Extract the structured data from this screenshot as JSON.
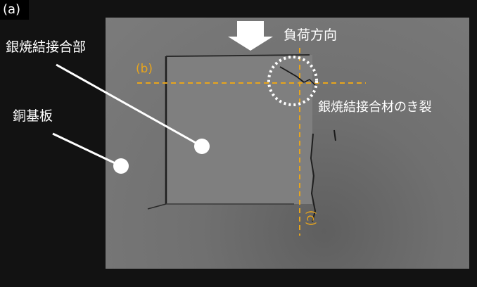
{
  "panel_tag": "(a)",
  "labels": {
    "joint": "銀焼結接合部",
    "substrate": "銅基板",
    "load_direction": "負荷方向",
    "crack": "銀焼結接合材のき裂",
    "line_b": "(b)",
    "line_c": "(c)"
  },
  "colors": {
    "background": "#121212",
    "guide_line": "#e8a51c",
    "annotation": "#ffffff"
  }
}
